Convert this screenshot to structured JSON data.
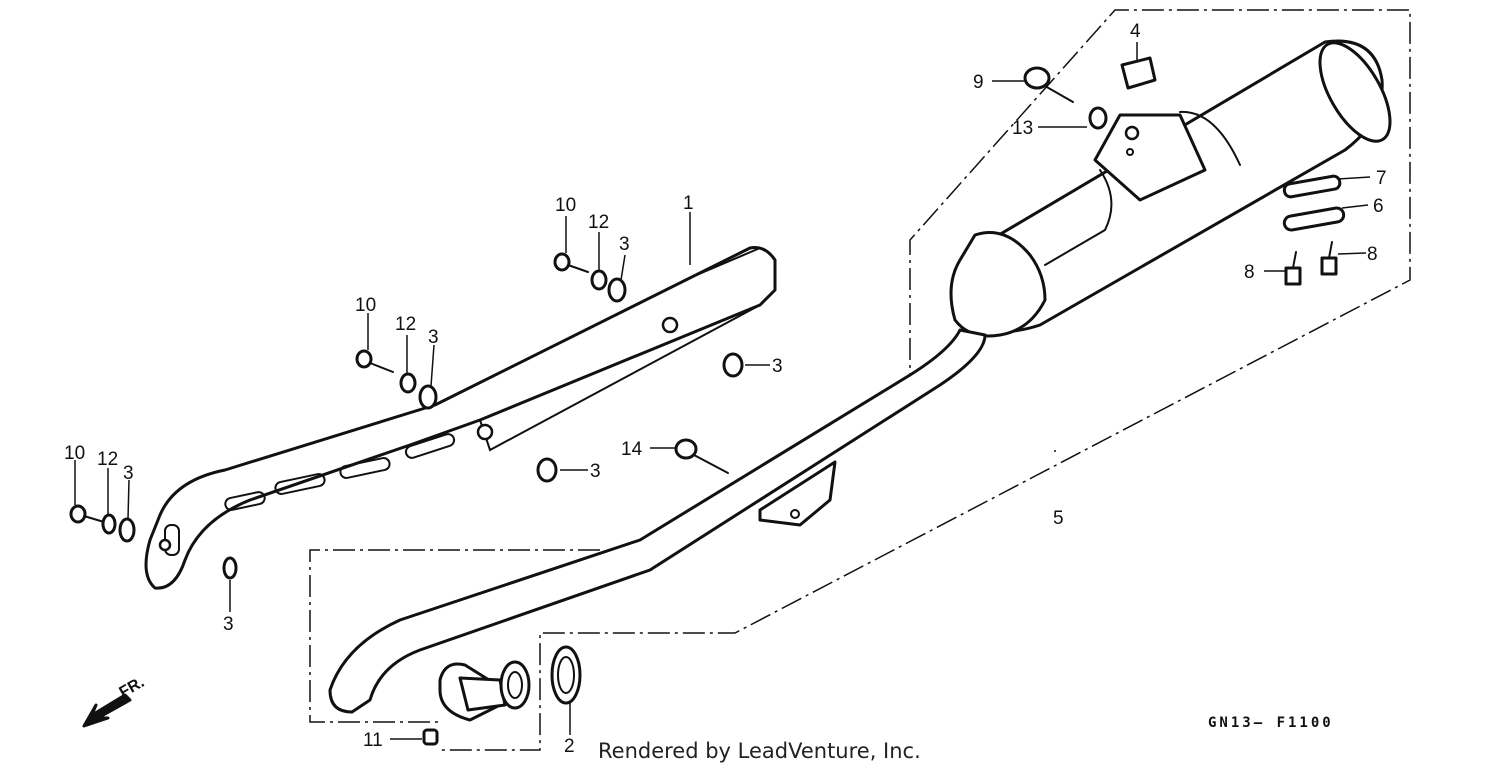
{
  "diagram": {
    "code": "GN13– F1100",
    "credit": "Rendered by LeadVenture, Inc.",
    "direction_label": "FR.",
    "parts": [
      {
        "id": "protector",
        "callout": "1",
        "icon": "exhaust-protector"
      },
      {
        "id": "gasket",
        "callout": "2",
        "icon": "ring-gasket"
      },
      {
        "id": "nut",
        "callout": "3",
        "icon": "flange-nut"
      },
      {
        "id": "rubber",
        "callout": "4",
        "icon": "rubber-pad"
      },
      {
        "id": "muffler",
        "callout": "5",
        "icon": "muffler"
      },
      {
        "id": "gasket-b",
        "callout": "6",
        "icon": "flat-gasket"
      },
      {
        "id": "gasket-a",
        "callout": "7",
        "icon": "flat-gasket"
      },
      {
        "id": "bolt-8",
        "callout": "8",
        "icon": "stud-bolt"
      },
      {
        "id": "bolt-9",
        "callout": "9",
        "icon": "flange-bolt"
      },
      {
        "id": "bolt-10",
        "callout": "10",
        "icon": "hex-bolt"
      },
      {
        "id": "nut-11",
        "callout": "11",
        "icon": "cap-nut"
      },
      {
        "id": "washer-12",
        "callout": "12",
        "icon": "plain-washer"
      },
      {
        "id": "collar-13",
        "callout": "13",
        "icon": "collar"
      },
      {
        "id": "bolt-14",
        "callout": "14",
        "icon": "flange-bolt"
      }
    ]
  }
}
